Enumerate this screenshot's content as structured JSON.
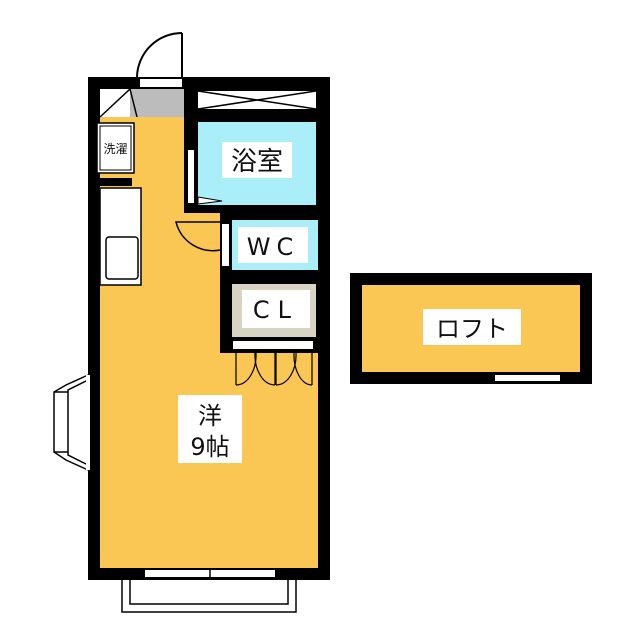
{
  "rooms": {
    "bath": "浴室",
    "wc": "WC",
    "closet": "CL",
    "washer": "洗濯",
    "main_room_type": "洋",
    "main_room_size": "9帖",
    "loft": "ロフト"
  },
  "colors": {
    "room": "#fac654",
    "wet": "#aaeefa",
    "closet": "#d8d3c3",
    "entry": "#bcbcbc",
    "wall": "#000000"
  }
}
